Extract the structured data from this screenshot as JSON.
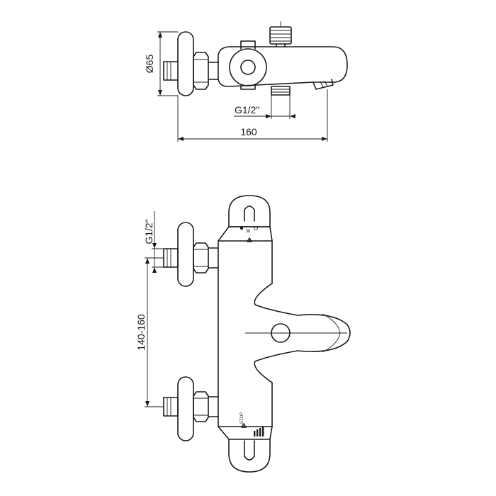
{
  "dimensions": {
    "body_diameter": "Ø65",
    "inlet_thread_top": "G1/2\"",
    "overall_depth": "160",
    "inlet_thread_side": "G1/2\"",
    "centre_distance": "140-160"
  },
  "knob_markings": {
    "temperature_value": "38",
    "stop_mark": "STOP"
  }
}
